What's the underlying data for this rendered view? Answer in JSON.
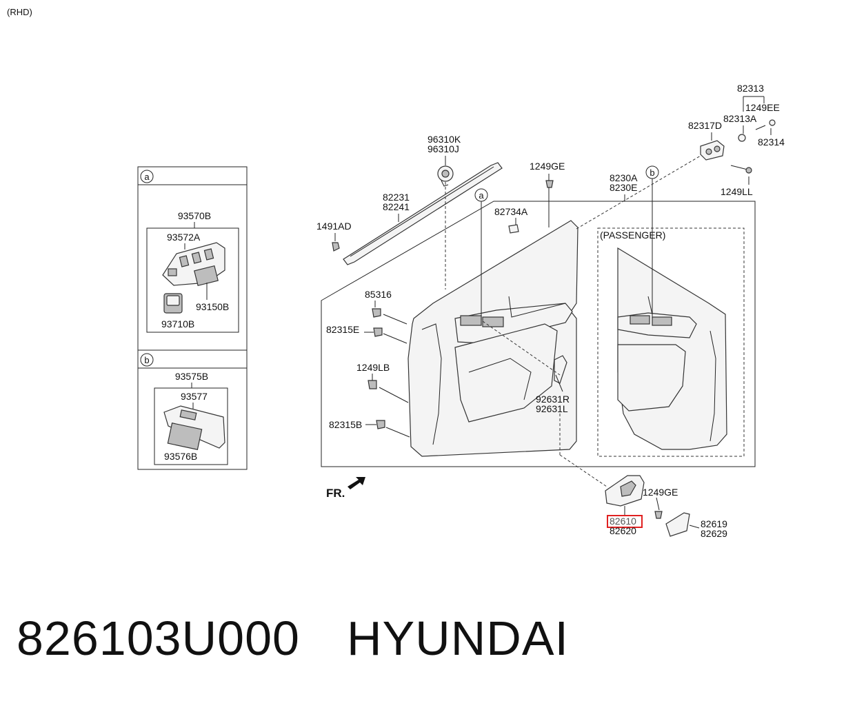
{
  "header": {
    "note": "(RHD)"
  },
  "insets": {
    "a": {
      "marker": "a",
      "outer_label": "93570B",
      "labels": [
        "93572A",
        "93150B",
        "93710B"
      ]
    },
    "b": {
      "marker": "b",
      "outer_label": "93575B",
      "labels": [
        "93577",
        "93576B"
      ]
    }
  },
  "callouts": {
    "a": "a",
    "b": "b"
  },
  "part_labels": {
    "p96310K": "96310K",
    "p96310J": "96310J",
    "p82231": "82231",
    "p82241": "82241",
    "p1491AD": "1491AD",
    "p1249GE_top": "1249GE",
    "p82734A": "82734A",
    "p8230A": "8230A",
    "p8230E": "8230E",
    "p82313": "82313",
    "p1249EE": "1249EE",
    "p82313A": "82313A",
    "p82317D": "82317D",
    "p82314": "82314",
    "p1249LL": "1249LL",
    "p85316": "85316",
    "p82315E": "82315E",
    "p1249LB": "1249LB",
    "p82315B": "82315B",
    "p92631R": "92631R",
    "p92631L": "92631L",
    "p1249GE_bottom": "1249GE",
    "p82610": "82610",
    "p82620": "82620",
    "p82619": "82619",
    "p82629": "82629"
  },
  "passenger_label": "(PASSENGER)",
  "front_label": "FR.",
  "footer": {
    "part_number": "826103U000",
    "brand": "HYUNDAI"
  },
  "colors": {
    "highlight": "#e02020",
    "line": "#222222"
  }
}
